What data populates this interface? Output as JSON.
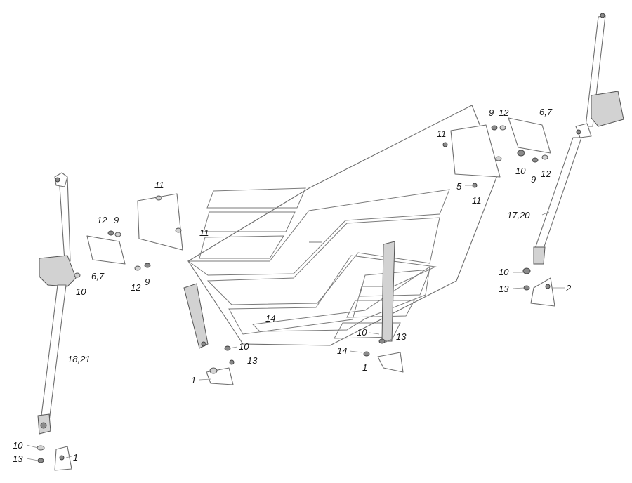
{
  "callouts": {
    "c_18_21": "18,21",
    "c_17_20": "17,20",
    "c_6_7_left": "6,7",
    "c_6_7_right": "6,7",
    "c_12_a": "12",
    "c_9_a": "9",
    "c_12_b": "12",
    "c_9_b": "9",
    "c_10_left_belt": "10",
    "c_10_left_bottom": "10",
    "c_13_left_bottom": "13",
    "c_1_left_bottom": "1",
    "c_11_a": "11",
    "c_11_b": "11",
    "c_1_mid": "1",
    "c_10_mid": "10",
    "c_13_mid": "13",
    "c_14_a": "14",
    "c_14_b": "14",
    "c_10_right_mid": "10",
    "c_13_right_mid": "13",
    "c_1_right_mid": "1",
    "c_9_top": "9",
    "c_12_top": "12",
    "c_11_top": "11",
    "c_5": "5",
    "c_11_top_b": "11",
    "c_10_top": "10",
    "c_9_top_b": "9",
    "c_12_top_b": "12",
    "c_10_right": "10",
    "c_13_right": "13",
    "c_2": "2"
  }
}
